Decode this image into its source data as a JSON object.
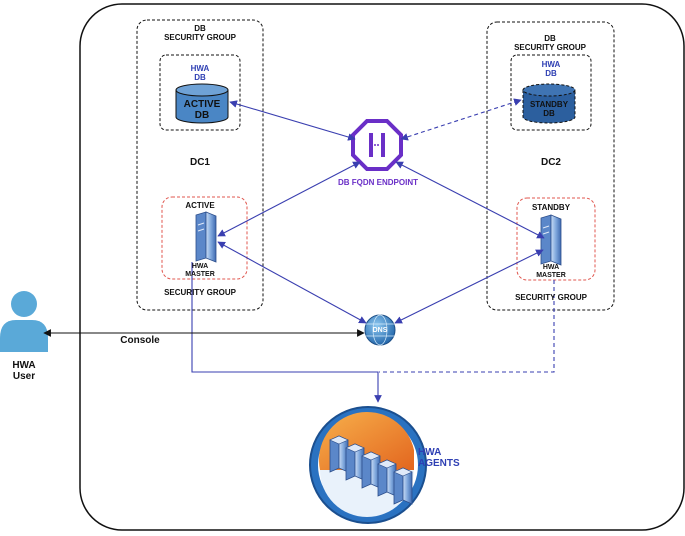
{
  "dc1": {
    "sg_title_line1": "DB",
    "sg_title_line2": "SECURITY GROUP",
    "hwa_db_line1": "HWA",
    "hwa_db_line2": "DB",
    "db_label_line1": "ACTIVE",
    "db_label_line2": "DB",
    "dc_label": "DC1",
    "master_state": "ACTIVE",
    "master_line1": "HWA",
    "master_line2": "MASTER",
    "master_sg": "SECURITY GROUP"
  },
  "dc2": {
    "sg_title_line1": "DB",
    "sg_title_line2": "SECURITY GROUP",
    "hwa_db_line1": "HWA",
    "hwa_db_line2": "DB",
    "db_label_line1": "STANDBY",
    "db_label_line2": "DB",
    "dc_label": "DC2",
    "master_state": "STANDBY",
    "master_line1": "HWA",
    "master_line2": "MASTER",
    "master_sg": "SECURITY GROUP"
  },
  "endpoint": {
    "label": "DB FQDN ENDPOINT"
  },
  "dns": {
    "label": "DNS"
  },
  "console": {
    "label": "Console"
  },
  "user": {
    "line1": "HWA",
    "line2": "User"
  },
  "agents": {
    "line1": "HWA",
    "line2": "AGENTS"
  },
  "colors": {
    "link": "#3a3fb0",
    "db_active": "#4a86c5",
    "db_standby": "#2c5f9e",
    "endpoint": "#6a2fc7",
    "red_dash": "#e0574f",
    "user": "#5aa9d8",
    "dns": "#2f7fc0"
  }
}
